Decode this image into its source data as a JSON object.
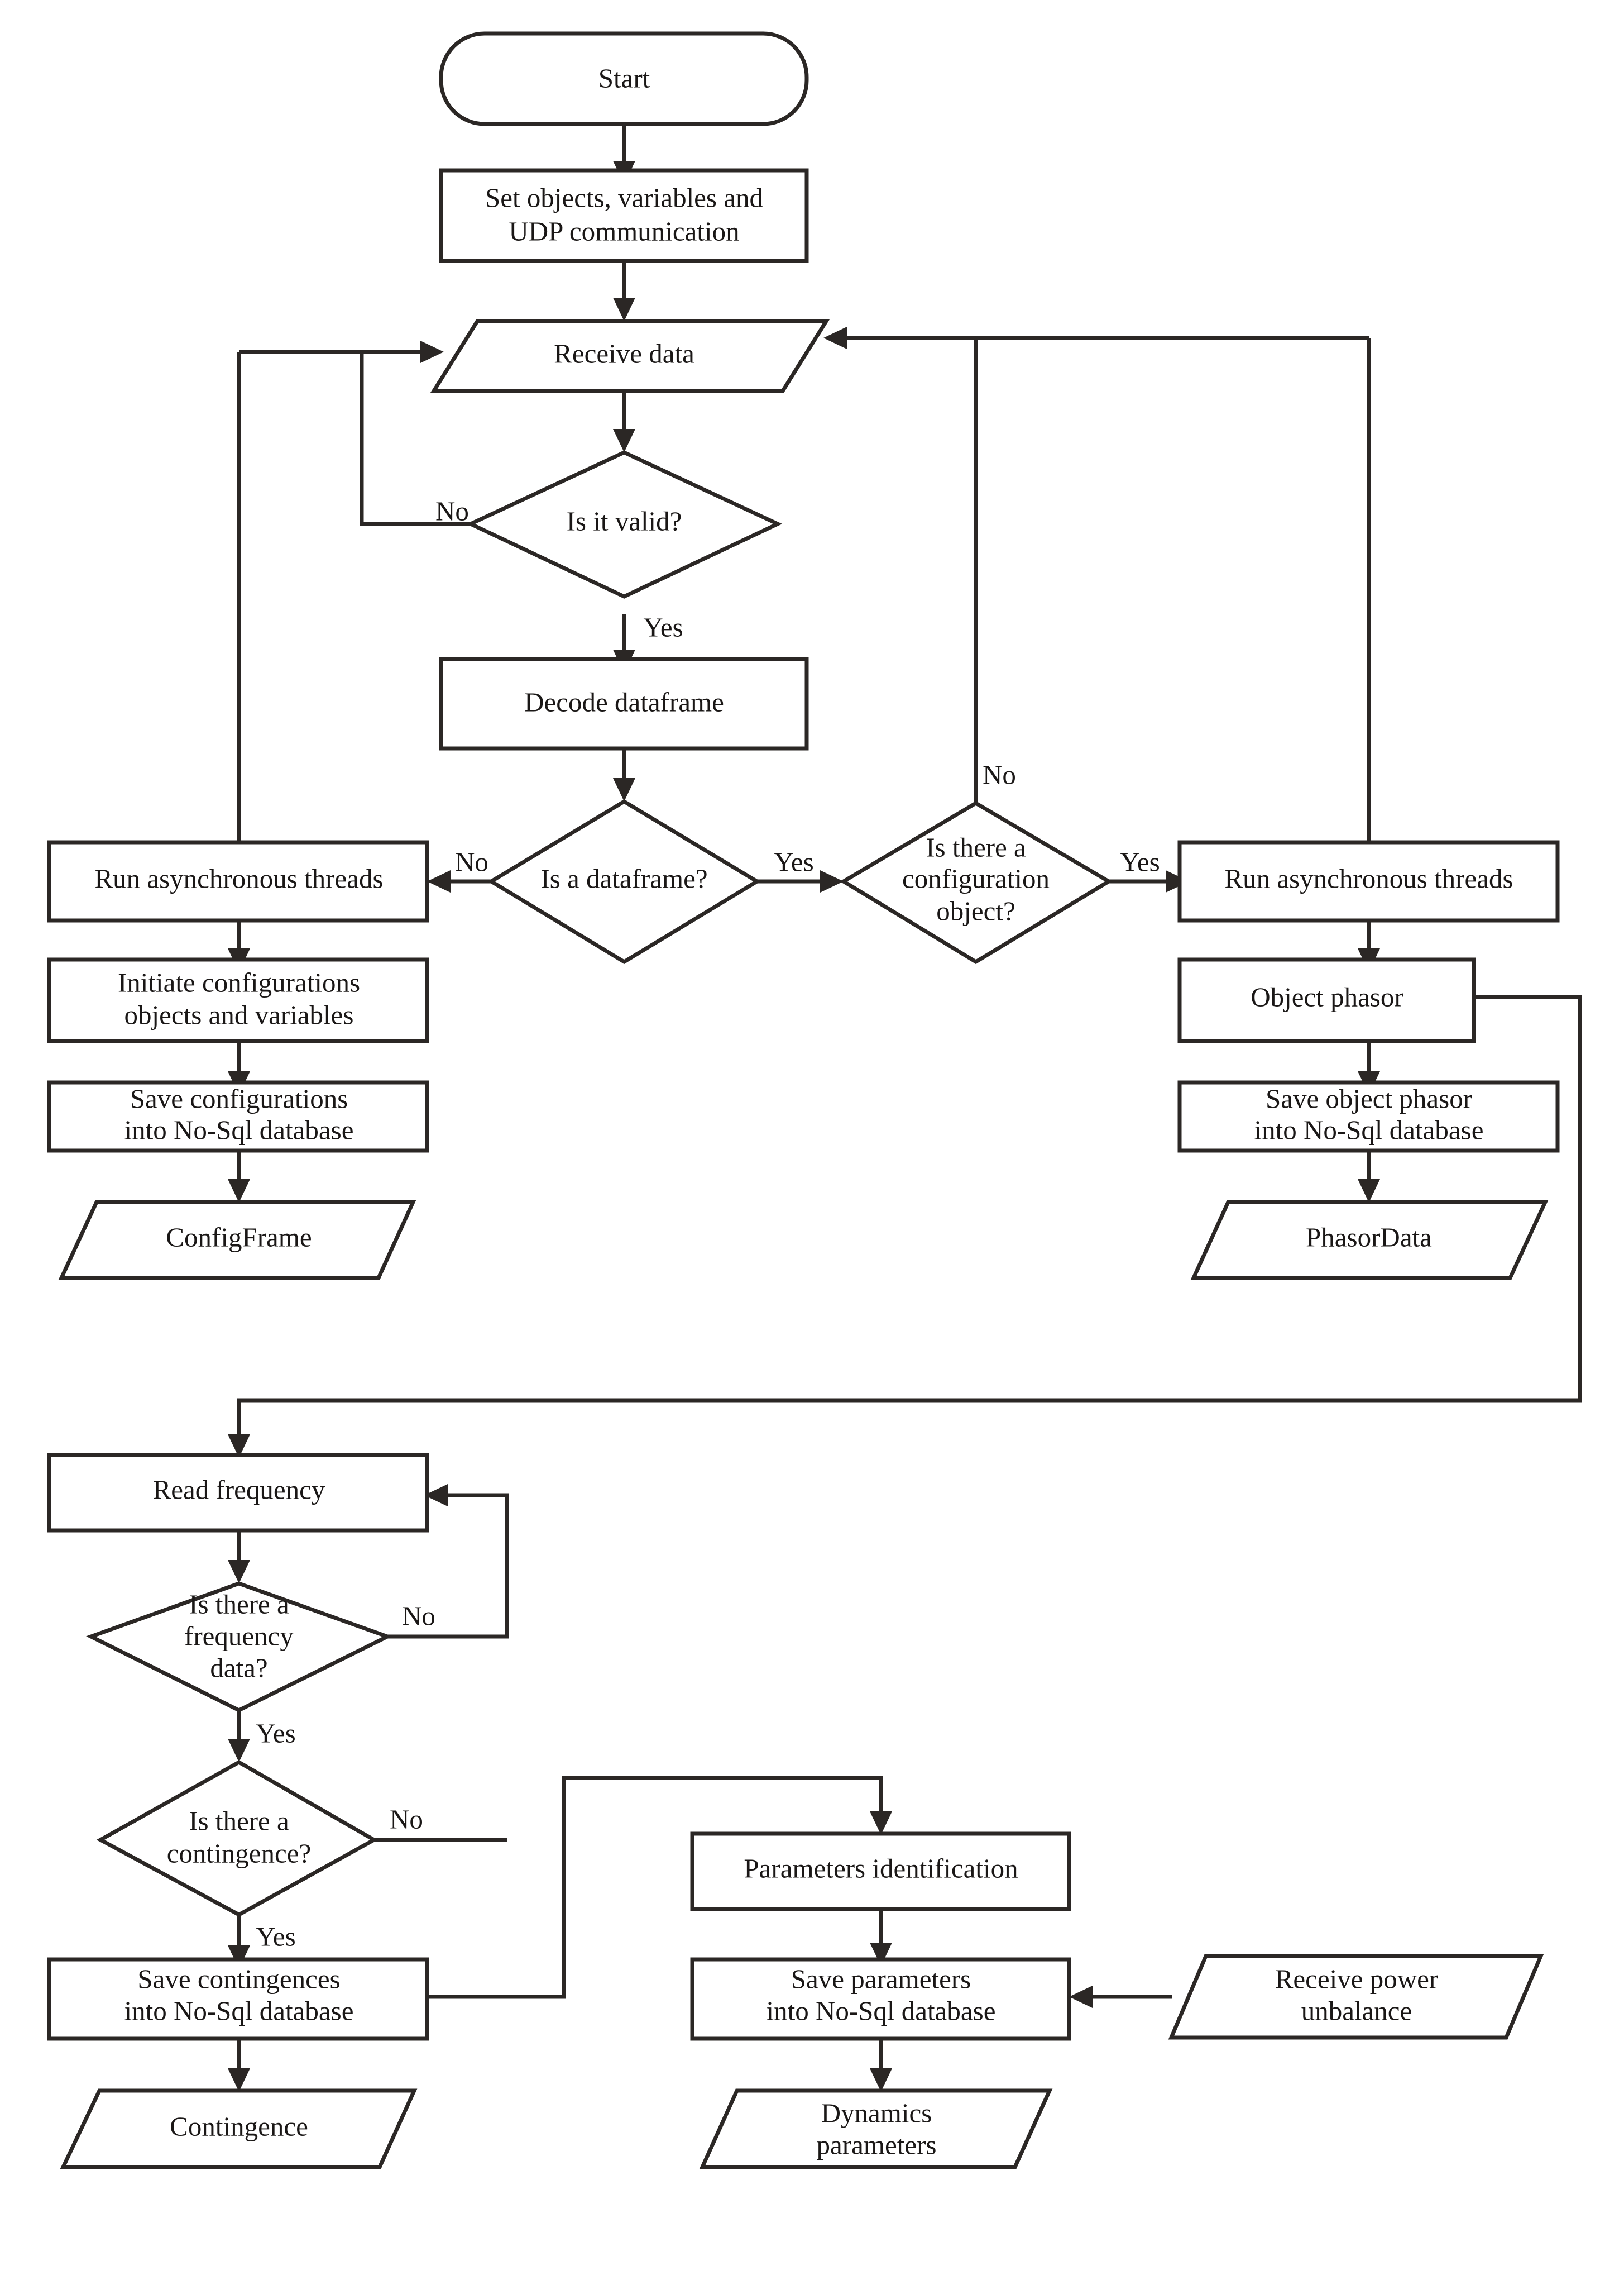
{
  "chart_data": {
    "type": "diagram",
    "diagram_kind": "flowchart",
    "title": "",
    "orientation": "top-to-bottom",
    "colors": {
      "stroke": "#2b2725",
      "fill": "#ffffff",
      "text": "#1a1716",
      "background": "#ffffff"
    },
    "nodes": [
      {
        "id": "start",
        "shape": "terminator",
        "label": "Start"
      },
      {
        "id": "setup",
        "shape": "process",
        "label": "Set objects, variables and\nUDP communication",
        "lines": [
          "Set objects, variables and",
          "UDP communication"
        ]
      },
      {
        "id": "receive_data",
        "shape": "data",
        "label": "Receive data"
      },
      {
        "id": "is_valid",
        "shape": "decision",
        "label": "Is it valid?"
      },
      {
        "id": "decode",
        "shape": "process",
        "label": "Decode dataframe"
      },
      {
        "id": "is_dataframe",
        "shape": "decision",
        "label": "Is a dataframe?"
      },
      {
        "id": "is_config_object",
        "shape": "decision",
        "label": "Is there a\nconfiguration\nobject?",
        "lines": [
          "Is there a",
          "configuration",
          "object?"
        ]
      },
      {
        "id": "threads_left",
        "shape": "process",
        "label": "Run asynchronous threads"
      },
      {
        "id": "threads_right",
        "shape": "process",
        "label": "Run asynchronous threads"
      },
      {
        "id": "init_config",
        "shape": "process",
        "label": "Initiate configurations\nobjects and variables",
        "lines": [
          "Initiate configurations",
          "objects and variables"
        ]
      },
      {
        "id": "save_config",
        "shape": "process",
        "label": "Save configurations\ninto No-Sql database",
        "lines": [
          "Save configurations",
          "into No-Sql database"
        ]
      },
      {
        "id": "config_frame",
        "shape": "data",
        "label": "ConfigFrame"
      },
      {
        "id": "object_phasor",
        "shape": "process",
        "label": "Object phasor"
      },
      {
        "id": "save_phasor",
        "shape": "process",
        "label": "Save object phasor\ninto No-Sql database",
        "lines": [
          "Save object phasor",
          "into No-Sql database"
        ]
      },
      {
        "id": "phasor_data",
        "shape": "data",
        "label": "PhasorData"
      },
      {
        "id": "read_frequency",
        "shape": "process",
        "label": "Read frequency"
      },
      {
        "id": "is_freq_data",
        "shape": "decision",
        "label": "Is there a\nfrequency\ndata?",
        "lines": [
          "Is there a",
          "frequency",
          "data?"
        ]
      },
      {
        "id": "is_contingence",
        "shape": "decision",
        "label": "Is there a\ncontingence?",
        "lines": [
          "Is there a",
          "contingence?"
        ]
      },
      {
        "id": "save_conting",
        "shape": "process",
        "label": "Save contingences\ninto No-Sql database",
        "lines": [
          "Save contingences",
          "into No-Sql database"
        ]
      },
      {
        "id": "contingence",
        "shape": "data",
        "label": "Contingence"
      },
      {
        "id": "params_ident",
        "shape": "process",
        "label": "Parameters identification"
      },
      {
        "id": "save_params",
        "shape": "process",
        "label": "Save parameters\ninto No-Sql database",
        "lines": [
          "Save parameters",
          "into No-Sql database"
        ]
      },
      {
        "id": "dynamics_params",
        "shape": "data",
        "label": "Dynamics\nparameters",
        "lines": [
          "Dynamics",
          "parameters"
        ]
      },
      {
        "id": "recv_unbalance",
        "shape": "data",
        "label": "Receive power\nunbalance",
        "lines": [
          "Receive power",
          "unbalance"
        ]
      }
    ],
    "edges": [
      {
        "from": "start",
        "to": "setup",
        "label": ""
      },
      {
        "from": "setup",
        "to": "receive_data",
        "label": ""
      },
      {
        "from": "receive_data",
        "to": "is_valid",
        "label": ""
      },
      {
        "from": "is_valid",
        "to": "receive_data",
        "label": "No"
      },
      {
        "from": "is_valid",
        "to": "decode",
        "label": "Yes"
      },
      {
        "from": "decode",
        "to": "is_dataframe",
        "label": ""
      },
      {
        "from": "is_dataframe",
        "to": "threads_left",
        "label": "No"
      },
      {
        "from": "is_dataframe",
        "to": "is_config_object",
        "label": "Yes"
      },
      {
        "from": "is_config_object",
        "to": "receive_data",
        "label": "No"
      },
      {
        "from": "is_config_object",
        "to": "threads_right",
        "label": "Yes"
      },
      {
        "from": "threads_left",
        "to": "init_config",
        "label": ""
      },
      {
        "from": "threads_left",
        "to": "receive_data",
        "label": ""
      },
      {
        "from": "init_config",
        "to": "save_config",
        "label": ""
      },
      {
        "from": "save_config",
        "to": "config_frame",
        "label": ""
      },
      {
        "from": "threads_right",
        "to": "object_phasor",
        "label": ""
      },
      {
        "from": "threads_right",
        "to": "receive_data",
        "label": ""
      },
      {
        "from": "object_phasor",
        "to": "save_phasor",
        "label": ""
      },
      {
        "from": "object_phasor",
        "to": "read_frequency",
        "label": ""
      },
      {
        "from": "save_phasor",
        "to": "phasor_data",
        "label": ""
      },
      {
        "from": "read_frequency",
        "to": "is_freq_data",
        "label": ""
      },
      {
        "from": "is_freq_data",
        "to": "read_frequency",
        "label": "No"
      },
      {
        "from": "is_freq_data",
        "to": "is_contingence",
        "label": "Yes"
      },
      {
        "from": "is_contingence",
        "to": "read_frequency",
        "label": "No"
      },
      {
        "from": "is_contingence",
        "to": "save_conting",
        "label": "Yes"
      },
      {
        "from": "save_conting",
        "to": "contingence",
        "label": ""
      },
      {
        "from": "save_conting",
        "to": "params_ident",
        "label": ""
      },
      {
        "from": "params_ident",
        "to": "save_params",
        "label": ""
      },
      {
        "from": "save_params",
        "to": "dynamics_params",
        "label": ""
      },
      {
        "from": "recv_unbalance",
        "to": "save_params",
        "label": ""
      }
    ],
    "edge_labels": [
      "No",
      "Yes",
      "No",
      "Yes",
      "No",
      "Yes",
      "No",
      "Yes",
      "No",
      "Yes"
    ]
  },
  "nodes": {
    "start": "Start",
    "setup_l1": "Set objects, variables and",
    "setup_l2": "UDP communication",
    "receive_data": "Receive data",
    "is_valid": "Is it valid?",
    "decode": "Decode dataframe",
    "is_dataframe": "Is a dataframe?",
    "is_config_l1": "Is there a",
    "is_config_l2": "configuration",
    "is_config_l3": "object?",
    "threads_left": "Run asynchronous threads",
    "threads_right": "Run asynchronous threads",
    "init_config_l1": "Initiate configurations",
    "init_config_l2": "objects and variables",
    "save_config_l1": "Save configurations",
    "save_config_l2": "into No-Sql database",
    "config_frame": "ConfigFrame",
    "object_phasor": "Object phasor",
    "save_phasor_l1": "Save object phasor",
    "save_phasor_l2": "into No-Sql database",
    "phasor_data": "PhasorData",
    "read_frequency": "Read frequency",
    "is_freq_l1": "Is there a",
    "is_freq_l2": "frequency",
    "is_freq_l3": "data?",
    "is_conting_l1": "Is there a",
    "is_conting_l2": "contingence?",
    "save_conting_l1": "Save contingences",
    "save_conting_l2": "into No-Sql database",
    "contingence": "Contingence",
    "params_ident": "Parameters identification",
    "save_params_l1": "Save parameters",
    "save_params_l2": "into No-Sql database",
    "dynamics_l1": "Dynamics",
    "dynamics_l2": "parameters",
    "recv_unbal_l1": "Receive power",
    "recv_unbal_l2": "unbalance"
  },
  "labels": {
    "valid_no": "No",
    "valid_yes": "Yes",
    "dataframe_no": "No",
    "dataframe_yes": "Yes",
    "config_no": "No",
    "config_yes": "Yes",
    "freq_no": "No",
    "freq_yes": "Yes",
    "conting_no": "No",
    "conting_yes": "Yes"
  }
}
